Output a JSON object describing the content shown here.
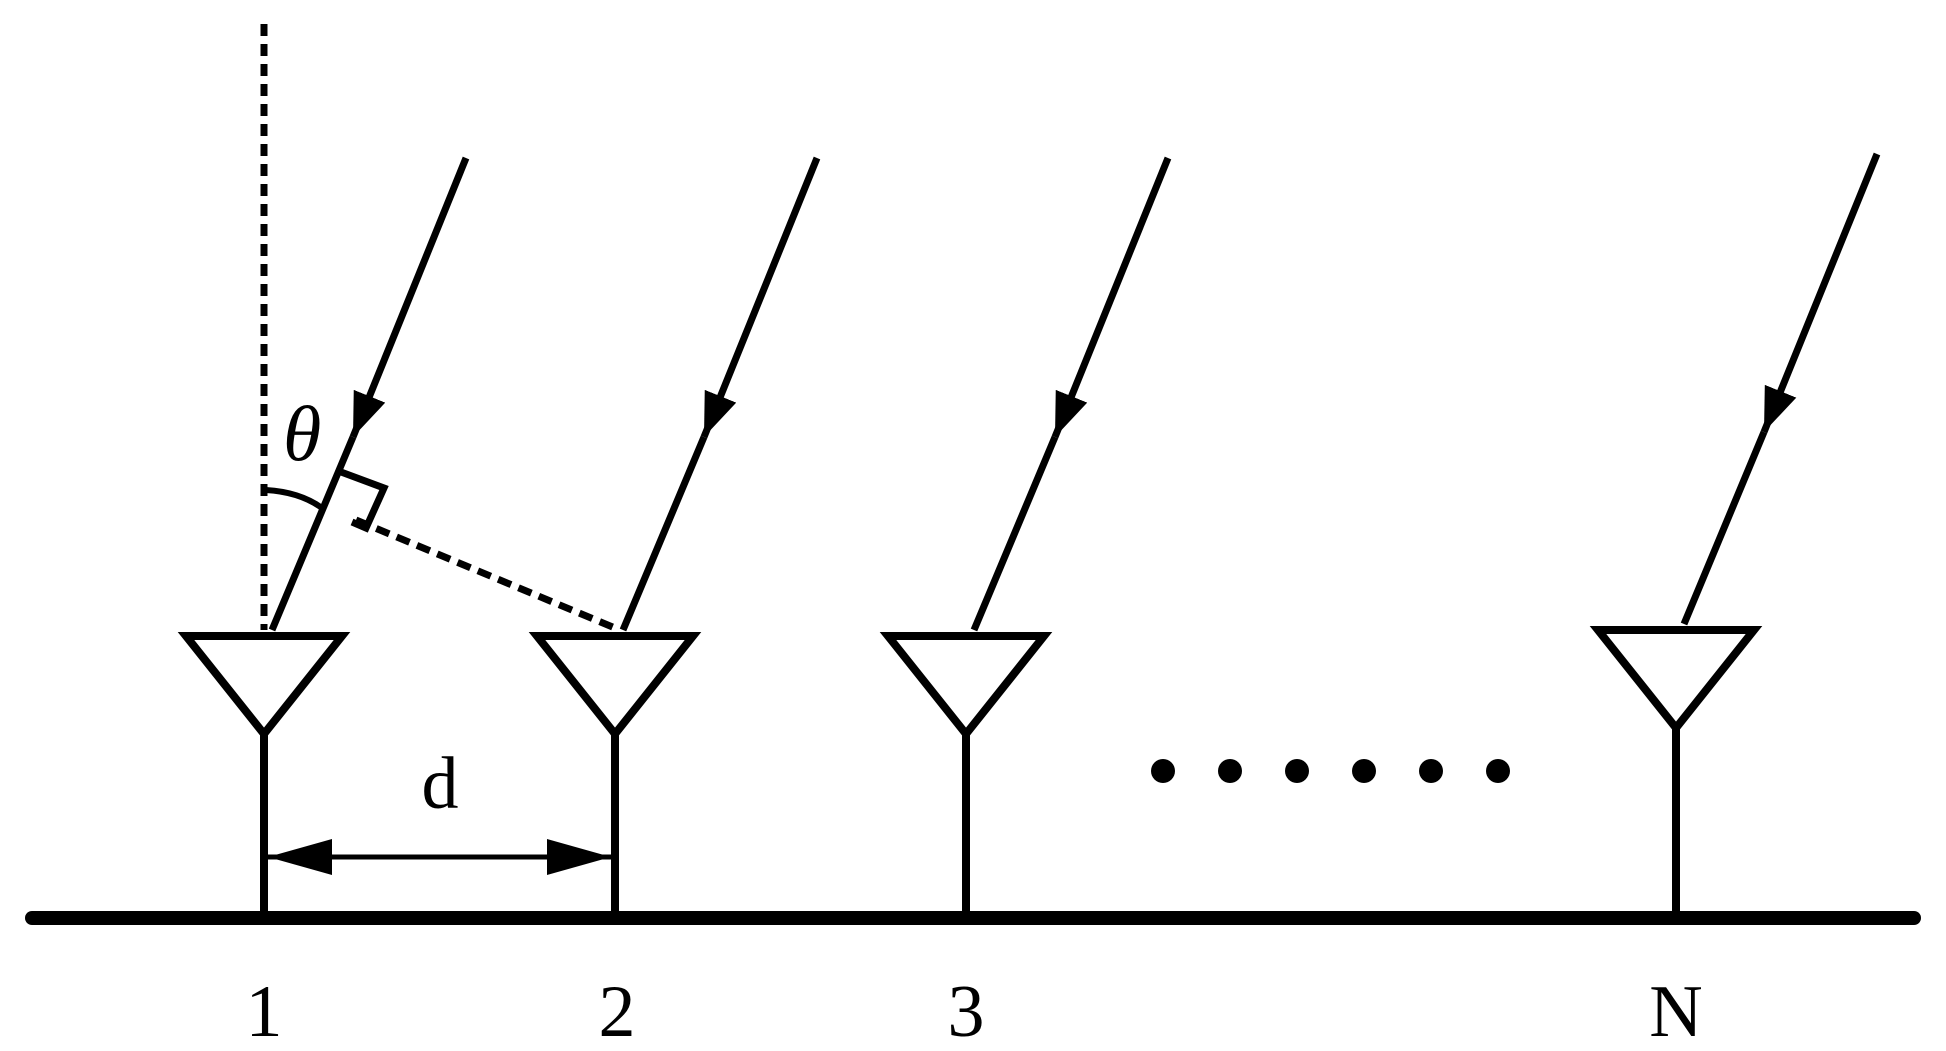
{
  "diagram": {
    "colors": {
      "stroke": "#000000",
      "background": "#ffffff"
    },
    "labels": {
      "angle": "θ",
      "spacing": "d",
      "elements": [
        "1",
        "2",
        "3",
        "N"
      ]
    },
    "ellipsis_dot_count": 6
  }
}
